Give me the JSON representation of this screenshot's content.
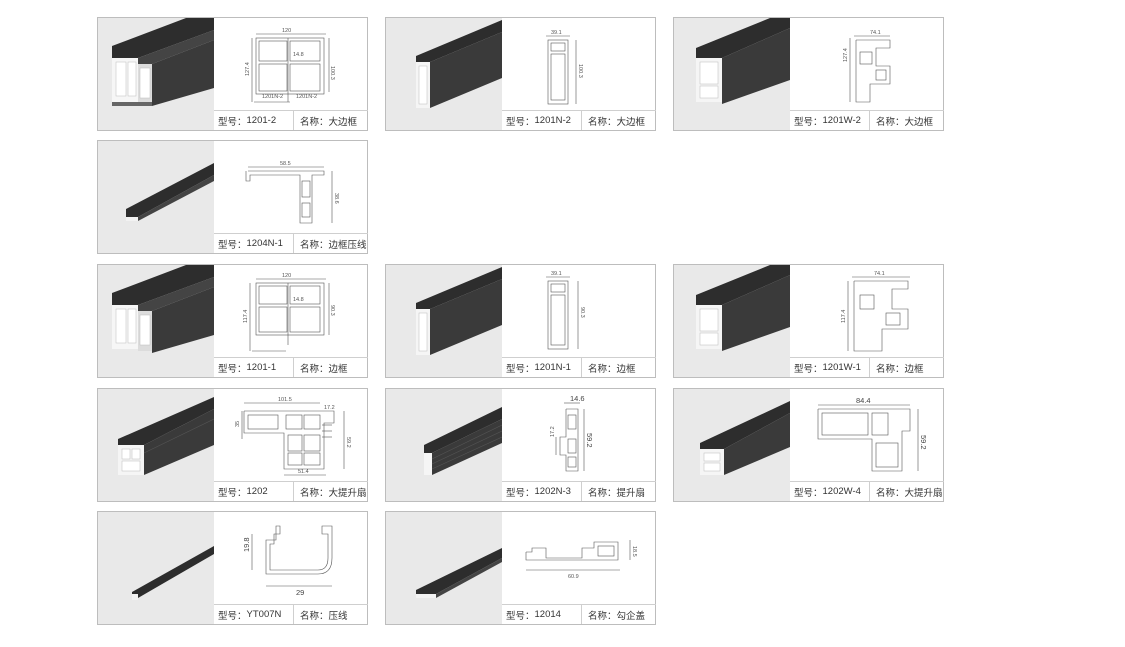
{
  "label_prefix": {
    "model": "型号：",
    "name": "名称："
  },
  "products": [
    {
      "model": "1201-2",
      "name": "大边框",
      "photo": "double-frame-profile",
      "dims": {
        "w": "120",
        "h": "100.3",
        "h2": "127.4",
        "a": "14.8",
        "t1": "1201N-2",
        "t2": "1201N-2"
      }
    },
    {
      "model": "1201N-2",
      "name": "大边框",
      "photo": "narrow-frame-profile",
      "dims": {
        "w": "39.1",
        "h": "100.3"
      }
    },
    {
      "model": "1201W-2",
      "name": "大边框",
      "photo": "wide-frame-profile",
      "dims": {
        "w": "74.1",
        "h": "127.4"
      }
    },
    {
      "model": "1204N-1",
      "name": "边框压线",
      "photo": "thin-bead-profile",
      "dims": {
        "w": "58.5",
        "h": "38.6"
      }
    },
    {
      "model": "1201-1",
      "name": "边框",
      "photo": "double-frame-profile",
      "dims": {
        "w": "120",
        "h": "90.3",
        "h2": "117.4",
        "a": "14.8"
      }
    },
    {
      "model": "1201N-1",
      "name": "边框",
      "photo": "narrow-frame-profile",
      "dims": {
        "w": "39.1",
        "h": "90.3"
      }
    },
    {
      "model": "1201W-1",
      "name": "边框",
      "photo": "wide-frame-profile",
      "dims": {
        "w": "74.1",
        "h": "117.4"
      }
    },
    {
      "model": "1202",
      "name": "大提升扇",
      "photo": "lift-sash-profile",
      "dims": {
        "w": "101.5",
        "a": "17.2",
        "h": "59.2",
        "b": "35",
        "c": "51.4"
      }
    },
    {
      "model": "1202N-3",
      "name": "提升扇",
      "photo": "ribbed-profile",
      "dims": {
        "w": "14.6",
        "h": "59.2",
        "a": "17.2"
      }
    },
    {
      "model": "1202W-4",
      "name": "大提升扇",
      "photo": "lift-sash-profile",
      "dims": {
        "w": "84.4",
        "h": "59.2"
      }
    },
    {
      "model": "YT007N",
      "name": "压线",
      "photo": "thin-bead-profile",
      "dims": {
        "w": "29",
        "h": "19.8"
      }
    },
    {
      "model": "12014",
      "name": "勾企盖",
      "photo": "flat-cover-profile",
      "dims": {
        "w": "60.9",
        "h": "18.5"
      }
    }
  ],
  "colors": {
    "profile_dark": "#2b2b2b",
    "profile_light": "#f4f4f4",
    "photo_bg": "#e9e9e9",
    "border": "#bdbdbd"
  }
}
